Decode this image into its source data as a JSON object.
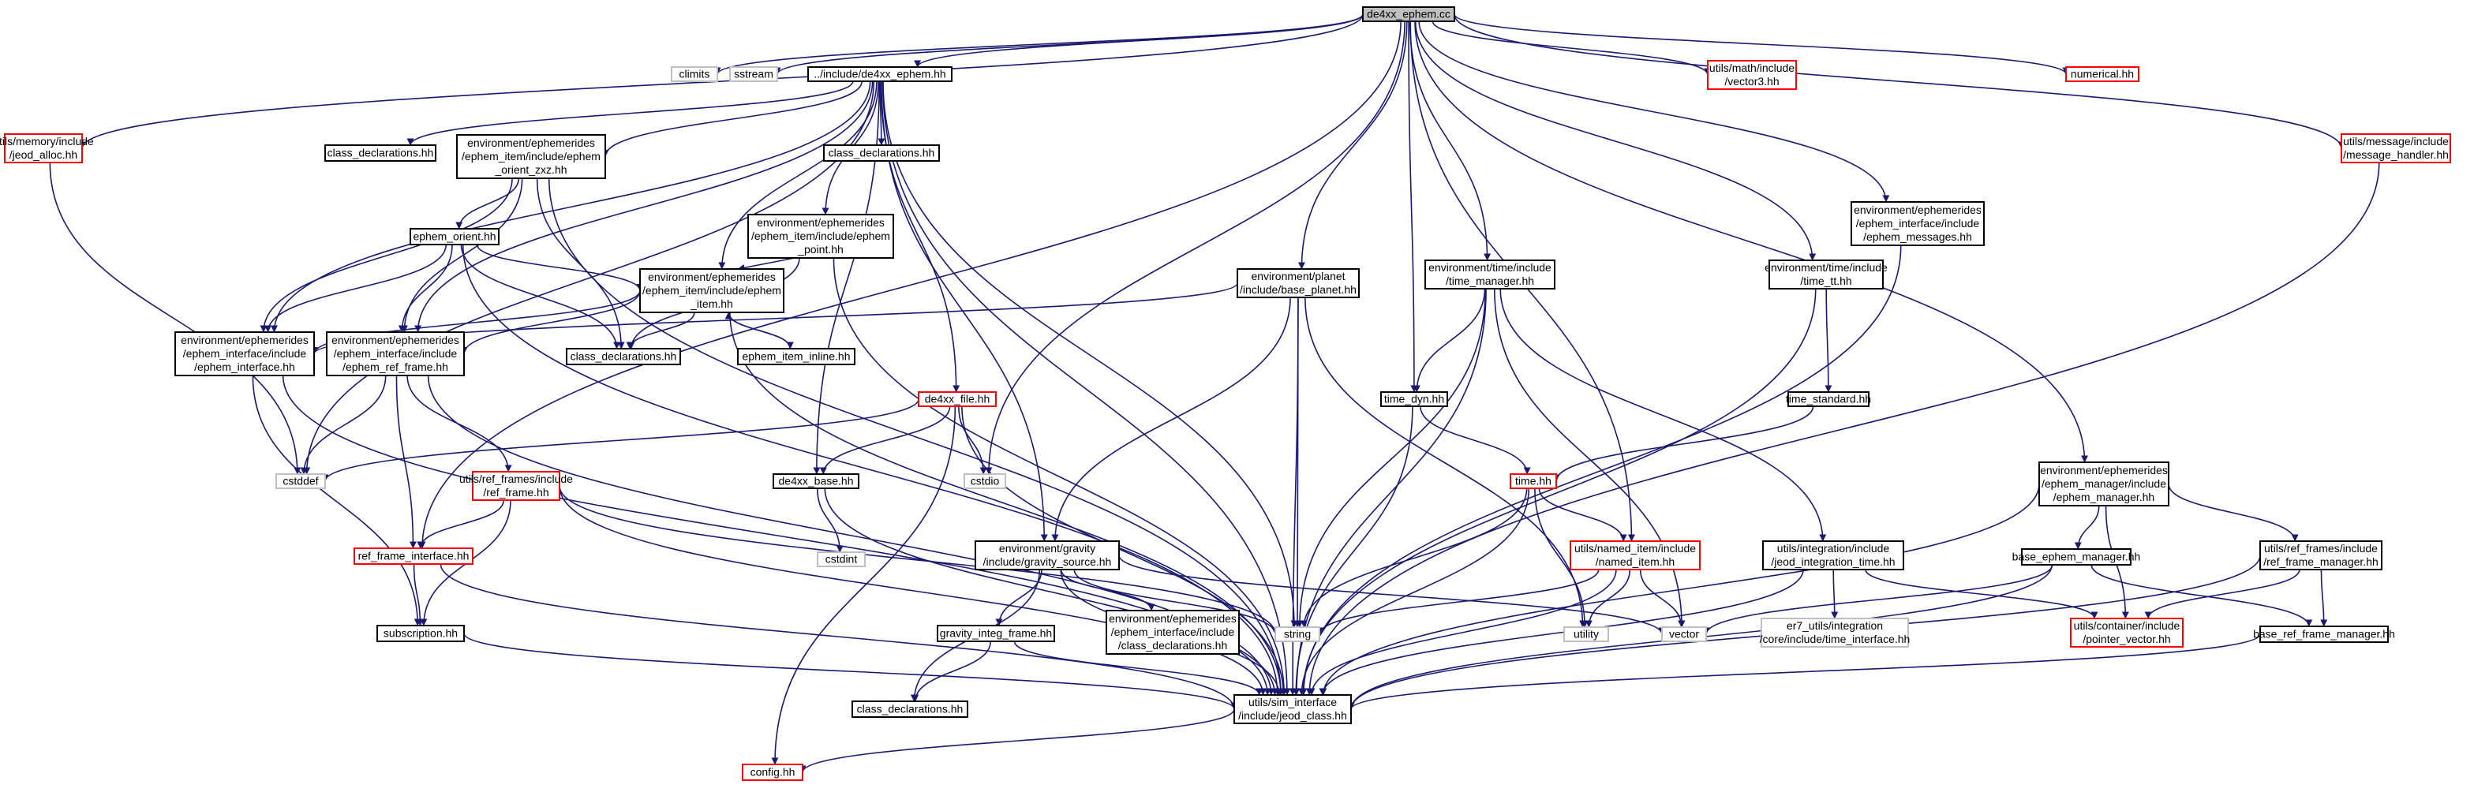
{
  "colors": {
    "edge": "#191970",
    "node_border_normal": "#000000",
    "node_border_missing": "#bfbfbf",
    "node_border_truncated": "#ff0000",
    "root_fill": "#bfbfbf",
    "background": "#ffffff"
  },
  "nodes": [
    {
      "id": "de4xx_ephem_cc",
      "lines": [
        "de4xx_ephem.cc"
      ],
      "style": "root"
    },
    {
      "id": "jeod_alloc",
      "lines": [
        "utils/memory/include",
        "/jeod_alloc.hh"
      ],
      "style": "truncated"
    },
    {
      "id": "climits",
      "lines": [
        "climits"
      ],
      "style": "missing"
    },
    {
      "id": "sstream",
      "lines": [
        "sstream"
      ],
      "style": "missing"
    },
    {
      "id": "de4xx_ephem_hh",
      "lines": [
        "../include/de4xx_ephem.hh"
      ],
      "style": "normal"
    },
    {
      "id": "vector3",
      "lines": [
        "utils/math/include",
        "/vector3.hh"
      ],
      "style": "truncated"
    },
    {
      "id": "numerical",
      "lines": [
        "numerical.hh"
      ],
      "style": "truncated"
    },
    {
      "id": "message_handler",
      "lines": [
        "utils/message/include",
        "/message_handler.hh"
      ],
      "style": "truncated"
    },
    {
      "id": "class_decl_a",
      "lines": [
        "class_declarations.hh"
      ],
      "style": "normal"
    },
    {
      "id": "ephem_orient_zxz",
      "lines": [
        "environment/ephemerides",
        "/ephem_item/include/ephem",
        "_orient_zxz.hh"
      ],
      "style": "normal"
    },
    {
      "id": "class_decl_b",
      "lines": [
        "class_declarations.hh"
      ],
      "style": "normal"
    },
    {
      "id": "ephem_point",
      "lines": [
        "environment/ephemerides",
        "/ephem_item/include/ephem",
        "_point.hh"
      ],
      "style": "normal"
    },
    {
      "id": "ephem_messages",
      "lines": [
        "environment/ephemerides",
        "/ephem_interface/include",
        "/ephem_messages.hh"
      ],
      "style": "normal"
    },
    {
      "id": "ephem_orient",
      "lines": [
        "ephem_orient.hh"
      ],
      "style": "normal"
    },
    {
      "id": "ephem_item",
      "lines": [
        "environment/ephemerides",
        "/ephem_item/include/ephem",
        "_item.hh"
      ],
      "style": "normal"
    },
    {
      "id": "base_planet",
      "lines": [
        "environment/planet",
        "/include/base_planet.hh"
      ],
      "style": "normal"
    },
    {
      "id": "time_manager",
      "lines": [
        "environment/time/include",
        "/time_manager.hh"
      ],
      "style": "normal"
    },
    {
      "id": "time_tt",
      "lines": [
        "environment/time/include",
        "/time_tt.hh"
      ],
      "style": "normal"
    },
    {
      "id": "ephem_interface",
      "lines": [
        "environment/ephemerides",
        "/ephem_interface/include",
        "/ephem_interface.hh"
      ],
      "style": "normal"
    },
    {
      "id": "ephem_ref_frame",
      "lines": [
        "environment/ephemerides",
        "/ephem_interface/include",
        "/ephem_ref_frame.hh"
      ],
      "style": "normal"
    },
    {
      "id": "class_decl_c",
      "lines": [
        "class_declarations.hh"
      ],
      "style": "normal"
    },
    {
      "id": "ephem_item_inline",
      "lines": [
        "ephem_item_inline.hh"
      ],
      "style": "normal"
    },
    {
      "id": "de4xx_file",
      "lines": [
        "de4xx_file.hh"
      ],
      "style": "truncated"
    },
    {
      "id": "time_dyn",
      "lines": [
        "time_dyn.hh"
      ],
      "style": "normal"
    },
    {
      "id": "time_standard",
      "lines": [
        "time_standard.hh"
      ],
      "style": "normal"
    },
    {
      "id": "ephem_manager",
      "lines": [
        "environment/ephemerides",
        "/ephem_manager/include",
        "/ephem_manager.hh"
      ],
      "style": "normal"
    },
    {
      "id": "cstddef",
      "lines": [
        "cstddef"
      ],
      "style": "missing"
    },
    {
      "id": "ref_frame",
      "lines": [
        "utils/ref_frames/include",
        "/ref_frame.hh"
      ],
      "style": "truncated"
    },
    {
      "id": "de4xx_base",
      "lines": [
        "de4xx_base.hh"
      ],
      "style": "normal"
    },
    {
      "id": "cstdio",
      "lines": [
        "cstdio"
      ],
      "style": "missing"
    },
    {
      "id": "time_hh",
      "lines": [
        "time.hh"
      ],
      "style": "truncated"
    },
    {
      "id": "cstdint",
      "lines": [
        "cstdint"
      ],
      "style": "missing"
    },
    {
      "id": "ref_frame_interface",
      "lines": [
        "ref_frame_interface.hh"
      ],
      "style": "truncated"
    },
    {
      "id": "gravity_source",
      "lines": [
        "environment/gravity",
        "/include/gravity_source.hh"
      ],
      "style": "normal"
    },
    {
      "id": "named_item",
      "lines": [
        "utils/named_item/include",
        "/named_item.hh"
      ],
      "style": "truncated"
    },
    {
      "id": "jeod_integration_time",
      "lines": [
        "utils/integration/include",
        "/jeod_integration_time.hh"
      ],
      "style": "normal"
    },
    {
      "id": "base_ephem_manager",
      "lines": [
        "base_ephem_manager.hh"
      ],
      "style": "normal"
    },
    {
      "id": "ref_frame_manager",
      "lines": [
        "utils/ref_frames/include",
        "/ref_frame_manager.hh"
      ],
      "style": "normal"
    },
    {
      "id": "subscription",
      "lines": [
        "subscription.hh"
      ],
      "style": "normal"
    },
    {
      "id": "gravity_integ_frame",
      "lines": [
        "gravity_integ_frame.hh"
      ],
      "style": "normal"
    },
    {
      "id": "ephem_iface_class_decl",
      "lines": [
        "environment/ephemerides",
        "/ephem_interface/include",
        "/class_declarations.hh"
      ],
      "style": "normal"
    },
    {
      "id": "string",
      "lines": [
        "string"
      ],
      "style": "missing"
    },
    {
      "id": "utility",
      "lines": [
        "utility"
      ],
      "style": "missing"
    },
    {
      "id": "vector",
      "lines": [
        "vector"
      ],
      "style": "missing"
    },
    {
      "id": "er7_time_interface",
      "lines": [
        "er7_utils/integration",
        "/core/include/time_interface.hh"
      ],
      "style": "missing"
    },
    {
      "id": "pointer_vector",
      "lines": [
        "utils/container/include",
        "/pointer_vector.hh"
      ],
      "style": "truncated"
    },
    {
      "id": "base_ref_frame_manager",
      "lines": [
        "base_ref_frame_manager.hh"
      ],
      "style": "normal"
    },
    {
      "id": "class_decl_d",
      "lines": [
        "class_declarations.hh"
      ],
      "style": "normal"
    },
    {
      "id": "jeod_class",
      "lines": [
        "utils/sim_interface",
        "/include/jeod_class.hh"
      ],
      "style": "normal"
    },
    {
      "id": "config",
      "lines": [
        "config.hh"
      ],
      "style": "truncated"
    }
  ],
  "edges": [
    [
      "de4xx_ephem_cc",
      "jeod_alloc"
    ],
    [
      "de4xx_ephem_cc",
      "climits"
    ],
    [
      "de4xx_ephem_cc",
      "sstream"
    ],
    [
      "de4xx_ephem_cc",
      "de4xx_ephem_hh"
    ],
    [
      "de4xx_ephem_cc",
      "vector3"
    ],
    [
      "de4xx_ephem_cc",
      "numerical"
    ],
    [
      "de4xx_ephem_cc",
      "message_handler"
    ],
    [
      "de4xx_ephem_cc",
      "ref_frame_interface"
    ],
    [
      "de4xx_ephem_cc",
      "cstdio"
    ],
    [
      "de4xx_ephem_cc",
      "base_planet"
    ],
    [
      "de4xx_ephem_cc",
      "time_dyn"
    ],
    [
      "de4xx_ephem_cc",
      "time_manager"
    ],
    [
      "de4xx_ephem_cc",
      "named_item"
    ],
    [
      "de4xx_ephem_cc",
      "ephem_messages"
    ],
    [
      "de4xx_ephem_cc",
      "time_tt"
    ],
    [
      "de4xx_ephem_cc",
      "ephem_manager"
    ],
    [
      "jeod_alloc",
      "cstddef"
    ],
    [
      "de4xx_ephem_hh",
      "class_decl_a"
    ],
    [
      "de4xx_ephem_hh",
      "ephem_orient_zxz"
    ],
    [
      "de4xx_ephem_hh",
      "class_decl_b"
    ],
    [
      "de4xx_ephem_hh",
      "ephem_point"
    ],
    [
      "de4xx_ephem_hh",
      "ephem_item"
    ],
    [
      "de4xx_ephem_hh",
      "ephem_interface"
    ],
    [
      "de4xx_ephem_hh",
      "ephem_ref_frame"
    ],
    [
      "de4xx_ephem_hh",
      "de4xx_file"
    ],
    [
      "de4xx_ephem_hh",
      "de4xx_base"
    ],
    [
      "de4xx_ephem_hh",
      "gravity_source"
    ],
    [
      "de4xx_ephem_hh",
      "string"
    ],
    [
      "de4xx_ephem_hh",
      "jeod_class"
    ],
    [
      "de4xx_ephem_hh",
      "cstddef"
    ],
    [
      "ephem_orient_zxz",
      "ephem_orient"
    ],
    [
      "ephem_orient_zxz",
      "ephem_interface"
    ],
    [
      "ephem_orient_zxz",
      "ephem_ref_frame"
    ],
    [
      "ephem_orient_zxz",
      "class_decl_c"
    ],
    [
      "ephem_orient_zxz",
      "jeod_class"
    ],
    [
      "ephem_point",
      "ephem_item"
    ],
    [
      "ephem_point",
      "class_decl_c"
    ],
    [
      "ephem_point",
      "jeod_class"
    ],
    [
      "ephem_orient",
      "ephem_item"
    ],
    [
      "ephem_orient",
      "ephem_interface"
    ],
    [
      "ephem_orient",
      "ephem_ref_frame"
    ],
    [
      "ephem_orient",
      "class_decl_c"
    ],
    [
      "ephem_orient",
      "jeod_class"
    ],
    [
      "ephem_item",
      "ephem_interface"
    ],
    [
      "ephem_item",
      "ephem_ref_frame"
    ],
    [
      "ephem_item",
      "class_decl_c"
    ],
    [
      "ephem_item",
      "ephem_item_inline"
    ],
    [
      "ephem_item",
      "jeod_class"
    ],
    [
      "ephem_item_inline",
      "ephem_item"
    ],
    [
      "base_planet",
      "ephem_interface"
    ],
    [
      "base_planet",
      "gravity_source"
    ],
    [
      "base_planet",
      "string"
    ],
    [
      "base_planet",
      "jeod_class"
    ],
    [
      "base_planet",
      "utility"
    ],
    [
      "time_manager",
      "time_dyn"
    ],
    [
      "time_manager",
      "string"
    ],
    [
      "time_manager",
      "jeod_class"
    ],
    [
      "time_manager",
      "vector"
    ],
    [
      "time_manager",
      "jeod_integration_time"
    ],
    [
      "time_tt",
      "time_standard"
    ],
    [
      "time_tt",
      "jeod_class"
    ],
    [
      "time_standard",
      "time_hh"
    ],
    [
      "time_dyn",
      "time_hh"
    ],
    [
      "time_dyn",
      "jeod_class"
    ],
    [
      "ephem_interface",
      "subscription"
    ],
    [
      "ephem_interface",
      "jeod_class"
    ],
    [
      "ephem_ref_frame",
      "cstddef"
    ],
    [
      "ephem_ref_frame",
      "ref_frame"
    ],
    [
      "ephem_ref_frame",
      "ref_frame_interface"
    ],
    [
      "ephem_ref_frame",
      "jeod_class"
    ],
    [
      "de4xx_file",
      "cstddef"
    ],
    [
      "de4xx_file",
      "de4xx_base"
    ],
    [
      "de4xx_file",
      "cstdio"
    ],
    [
      "de4xx_file",
      "jeod_class"
    ],
    [
      "de4xx_file",
      "config"
    ],
    [
      "de4xx_base",
      "cstdint"
    ],
    [
      "de4xx_base",
      "jeod_class"
    ],
    [
      "ref_frame",
      "ref_frame_interface"
    ],
    [
      "ref_frame",
      "subscription"
    ],
    [
      "ref_frame",
      "string"
    ],
    [
      "ref_frame",
      "jeod_class"
    ],
    [
      "ref_frame_interface",
      "subscription"
    ],
    [
      "ref_frame_interface",
      "jeod_class"
    ],
    [
      "subscription",
      "jeod_class"
    ],
    [
      "time_hh",
      "named_item"
    ],
    [
      "time_hh",
      "string"
    ],
    [
      "time_hh",
      "utility"
    ],
    [
      "time_hh",
      "jeod_class"
    ],
    [
      "named_item",
      "string"
    ],
    [
      "named_item",
      "utility"
    ],
    [
      "named_item",
      "vector"
    ],
    [
      "named_item",
      "jeod_class"
    ],
    [
      "gravity_source",
      "gravity_integ_frame"
    ],
    [
      "gravity_source",
      "ephem_iface_class_decl"
    ],
    [
      "gravity_source",
      "class_decl_d"
    ],
    [
      "gravity_source",
      "string"
    ],
    [
      "gravity_source",
      "vector"
    ],
    [
      "gravity_source",
      "jeod_class"
    ],
    [
      "gravity_integ_frame",
      "class_decl_d"
    ],
    [
      "gravity_integ_frame",
      "jeod_class"
    ],
    [
      "jeod_integration_time",
      "er7_time_interface"
    ],
    [
      "jeod_integration_time",
      "pointer_vector"
    ],
    [
      "jeod_integration_time",
      "jeod_class"
    ],
    [
      "ephem_manager",
      "base_ephem_manager"
    ],
    [
      "ephem_manager",
      "pointer_vector"
    ],
    [
      "ephem_manager",
      "ref_frame_manager"
    ],
    [
      "ephem_manager",
      "jeod_class"
    ],
    [
      "base_ephem_manager",
      "vector"
    ],
    [
      "base_ephem_manager",
      "base_ref_frame_manager"
    ],
    [
      "base_ephem_manager",
      "jeod_class"
    ],
    [
      "ref_frame_manager",
      "pointer_vector"
    ],
    [
      "ref_frame_manager",
      "base_ref_frame_manager"
    ],
    [
      "ref_frame_manager",
      "jeod_class"
    ],
    [
      "base_ref_frame_manager",
      "jeod_class"
    ],
    [
      "ephem_messages",
      "jeod_class"
    ],
    [
      "message_handler",
      "jeod_class"
    ],
    [
      "jeod_class",
      "config"
    ]
  ]
}
